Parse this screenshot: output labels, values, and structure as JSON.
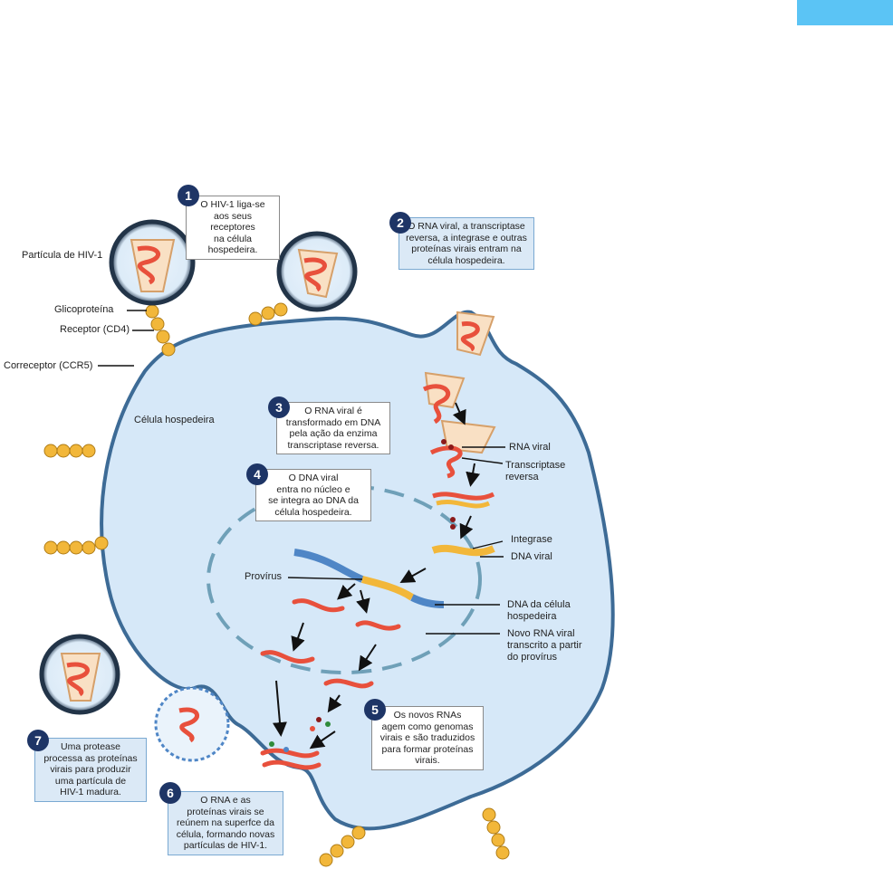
{
  "colors": {
    "accent_bar": "#5bc4f5",
    "cell_fill": "#d6e8f8",
    "membrane": "#3d6b96",
    "badge": "#1e3566",
    "rna": "#e8503c",
    "dna_viral": "#f2b73a",
    "dna_host": "#4f86c6"
  },
  "labels": {
    "particula": "Partícula de HIV-1",
    "glicoproteina": "Glicoproteína",
    "receptor": "Receptor (CD4)",
    "correceptor": "Correceptor (CCR5)",
    "celula": "Célula hospedeira",
    "rna_viral": "RNA viral",
    "transcriptase": [
      "Transcriptase",
      "reversa"
    ],
    "integrase": "Integrase",
    "dna_viral": "DNA viral",
    "provirus": "Provírus",
    "dna_celula": [
      "DNA da célula",
      "hospedeira"
    ],
    "novo_rna": [
      "Novo RNA viral",
      "transcrito a partir",
      "do provírus"
    ]
  },
  "steps": [
    {
      "number": "1",
      "lines": [
        "O HIV-1 liga-se",
        "aos seus receptores",
        "na célula hospedeira."
      ]
    },
    {
      "number": "2",
      "lines": [
        "O RNA viral, a transcriptase",
        "reversa, a integrase e outras",
        "proteínas virais entram na",
        "célula hospedeira."
      ]
    },
    {
      "number": "3",
      "lines": [
        "O RNA viral é",
        "transformado em DNA",
        "pela ação da enzima",
        "transcriptase reversa."
      ]
    },
    {
      "number": "4",
      "lines": [
        "O DNA viral",
        "entra no núcleo e",
        "se integra ao DNA da",
        "célula hospedeira."
      ]
    },
    {
      "number": "5",
      "lines": [
        "Os novos RNAs",
        "agem como genomas",
        "virais e são traduzidos",
        "para formar proteínas",
        "virais."
      ]
    },
    {
      "number": "6",
      "lines": [
        "O RNA e as",
        "proteínas virais se",
        "reúnem na superfce da",
        "célula, formando novas",
        "partículas de HIV-1."
      ]
    },
    {
      "number": "7",
      "lines": [
        "Uma protease",
        "processa as proteínas",
        "virais para produzir",
        "uma partícula de",
        "HIV-1 madura."
      ]
    }
  ]
}
